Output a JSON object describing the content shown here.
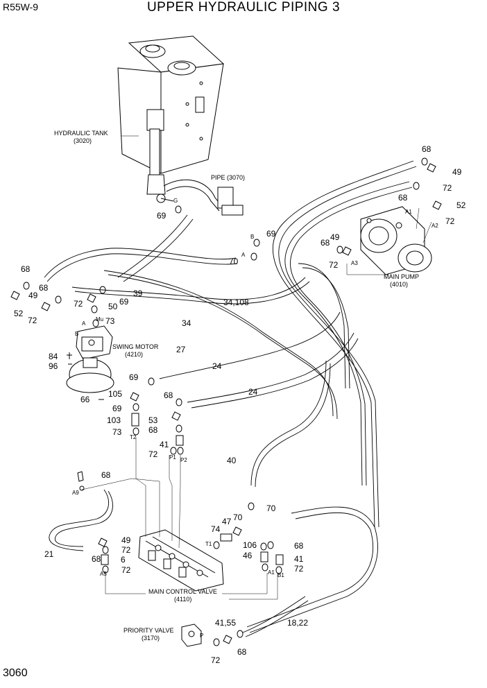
{
  "header": {
    "model": "R55W-9",
    "title": "UPPER HYDRAULIC PIPING 3"
  },
  "footer": {
    "page_number": "3060"
  },
  "components": {
    "hydraulic_tank": {
      "name": "HYDRAULIC TANK",
      "code": "(3020)"
    },
    "pipe": {
      "name": "PIPE (3070)"
    },
    "main_pump": {
      "name": "MAIN PUMP",
      "code": "(4010)"
    },
    "swing_motor": {
      "name": "SWING MOTOR",
      "code": "(4210)"
    },
    "main_control_valve": {
      "name": "MAIN CONTROL VALVE",
      "code": "(4110)"
    },
    "priority_valve": {
      "name": "PRIORITY VALVE",
      "code": "(3170)"
    }
  },
  "callouts": [
    {
      "id": "c1",
      "text": "68"
    },
    {
      "id": "c2",
      "text": "49"
    },
    {
      "id": "c3",
      "text": "72"
    },
    {
      "id": "c4",
      "text": "68"
    },
    {
      "id": "c5",
      "text": "52"
    },
    {
      "id": "c6",
      "text": "72"
    },
    {
      "id": "c7",
      "text": "69"
    },
    {
      "id": "c8",
      "text": "69"
    },
    {
      "id": "c9",
      "text": "70"
    },
    {
      "id": "c10",
      "text": "68"
    },
    {
      "id": "c11",
      "text": "49"
    },
    {
      "id": "c12",
      "text": "72"
    },
    {
      "id": "c13",
      "text": "68"
    },
    {
      "id": "c14",
      "text": "49"
    },
    {
      "id": "c15",
      "text": "68"
    },
    {
      "id": "c16",
      "text": "52"
    },
    {
      "id": "c17",
      "text": "72"
    },
    {
      "id": "c18",
      "text": "72"
    },
    {
      "id": "c19",
      "text": "50"
    },
    {
      "id": "c20",
      "text": "69"
    },
    {
      "id": "c21",
      "text": "39"
    },
    {
      "id": "c22",
      "text": "73"
    },
    {
      "id": "c23",
      "text": "34,108"
    },
    {
      "id": "c24",
      "text": "34"
    },
    {
      "id": "c25",
      "text": "84"
    },
    {
      "id": "c26",
      "text": "96"
    },
    {
      "id": "c27",
      "text": "27"
    },
    {
      "id": "c28",
      "text": "24"
    },
    {
      "id": "c29",
      "text": "24"
    },
    {
      "id": "c30",
      "text": "69"
    },
    {
      "id": "c31",
      "text": "66"
    },
    {
      "id": "c32",
      "text": "105"
    },
    {
      "id": "c33",
      "text": "68"
    },
    {
      "id": "c34",
      "text": "69"
    },
    {
      "id": "c35",
      "text": "53"
    },
    {
      "id": "c36",
      "text": "103"
    },
    {
      "id": "c37",
      "text": "68"
    },
    {
      "id": "c38",
      "text": "73"
    },
    {
      "id": "c39",
      "text": "41"
    },
    {
      "id": "c40",
      "text": "72"
    },
    {
      "id": "c41",
      "text": "40"
    },
    {
      "id": "c42",
      "text": "68"
    },
    {
      "id": "c43",
      "text": "70"
    },
    {
      "id": "c44",
      "text": "47"
    },
    {
      "id": "c45",
      "text": "70"
    },
    {
      "id": "c46",
      "text": "74"
    },
    {
      "id": "c47",
      "text": "49"
    },
    {
      "id": "c48",
      "text": "72"
    },
    {
      "id": "c49",
      "text": "106"
    },
    {
      "id": "c50",
      "text": "68"
    },
    {
      "id": "c51",
      "text": "21"
    },
    {
      "id": "c52",
      "text": "68"
    },
    {
      "id": "c53",
      "text": "6"
    },
    {
      "id": "c54",
      "text": "72"
    },
    {
      "id": "c55",
      "text": "46"
    },
    {
      "id": "c56",
      "text": "41"
    },
    {
      "id": "c57",
      "text": "72"
    },
    {
      "id": "c58",
      "text": "41,55"
    },
    {
      "id": "c59",
      "text": "18,22"
    },
    {
      "id": "c60",
      "text": "68"
    },
    {
      "id": "c61",
      "text": "72"
    }
  ],
  "ports": [
    {
      "id": "p_g",
      "text": "G"
    },
    {
      "id": "p_b",
      "text": "B"
    },
    {
      "id": "p_a",
      "text": "A"
    },
    {
      "id": "p_a1",
      "text": "A1"
    },
    {
      "id": "p_a2",
      "text": "A2"
    },
    {
      "id": "p_a3",
      "text": "A3"
    },
    {
      "id": "p_mu",
      "text": "Mu"
    },
    {
      "id": "p_sa",
      "text": "A"
    },
    {
      "id": "p_sb",
      "text": "B"
    },
    {
      "id": "p_t2",
      "text": "T2"
    },
    {
      "id": "p_p1",
      "text": "P1"
    },
    {
      "id": "p_p2",
      "text": "P2"
    },
    {
      "id": "p_a9",
      "text": "A9"
    },
    {
      "id": "p_t1",
      "text": "T1"
    },
    {
      "id": "p_a5",
      "text": "A5"
    },
    {
      "id": "p_va1",
      "text": "A1"
    },
    {
      "id": "p_vb1",
      "text": "B1"
    },
    {
      "id": "p_pp",
      "text": "P"
    }
  ]
}
